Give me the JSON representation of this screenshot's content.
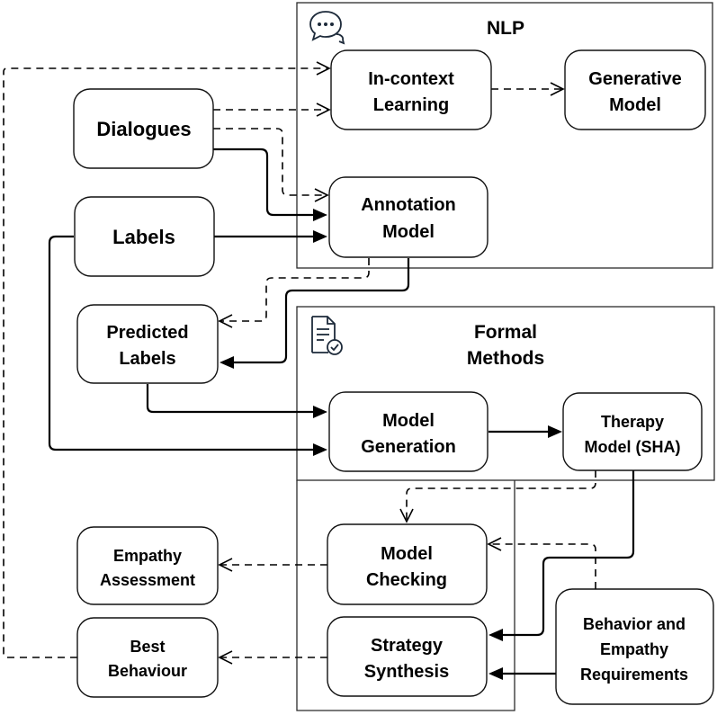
{
  "regions": {
    "nlp": {
      "title": "NLP",
      "icon": "chat-bubbles-icon"
    },
    "formal": {
      "title_line1": "Formal",
      "title_line2": "Methods",
      "icon": "document-check-icon"
    }
  },
  "nodes": {
    "in_context": {
      "line1": "In-context",
      "line2": "Learning"
    },
    "generative": {
      "line1": "Generative",
      "line2": "Model"
    },
    "dialogues": {
      "line1": "Dialogues"
    },
    "annotation": {
      "line1": "Annotation",
      "line2": "Model"
    },
    "labels": {
      "line1": "Labels"
    },
    "predicted": {
      "line1": "Predicted",
      "line2": "Labels"
    },
    "model_generation": {
      "line1": "Model",
      "line2": "Generation"
    },
    "therapy": {
      "line1": "Therapy",
      "line2": "Model (SHA)"
    },
    "model_checking": {
      "line1": "Model",
      "line2": "Checking"
    },
    "empathy": {
      "line1": "Empathy",
      "line2": "Assessment"
    },
    "strategy": {
      "line1": "Strategy",
      "line2": "Synthesis"
    },
    "best": {
      "line1": "Best",
      "line2": "Behaviour"
    },
    "requirements": {
      "line1": "Behavior and",
      "line2": "Empathy",
      "line3": "Requirements"
    }
  }
}
